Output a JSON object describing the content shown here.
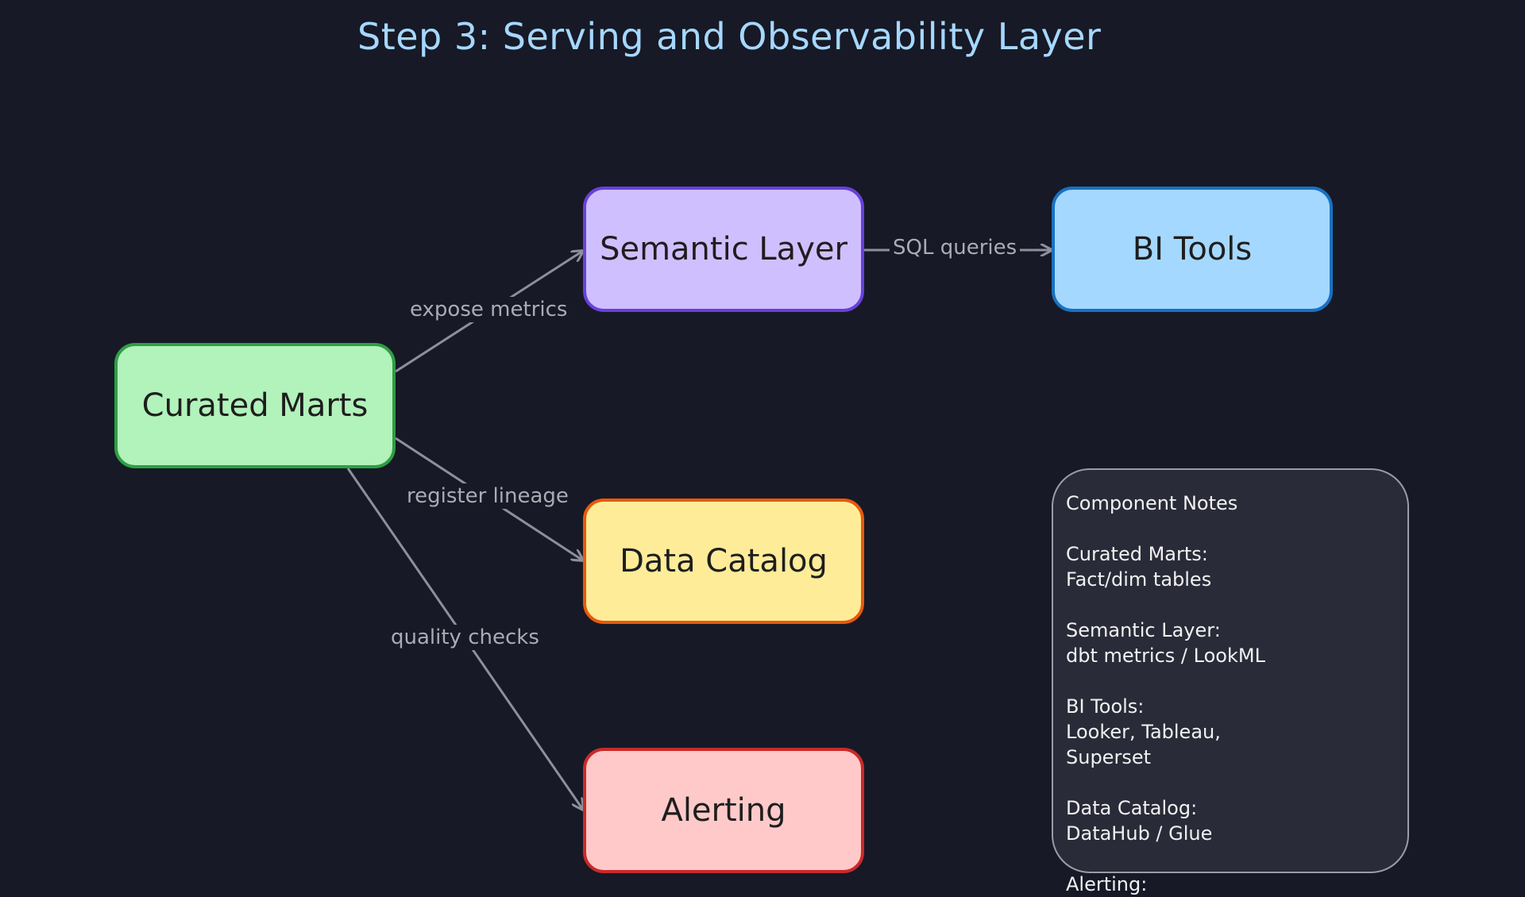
{
  "title": "Step 3: Serving and Observability Layer",
  "colors": {
    "background": "#171926",
    "title": "#a5d8ff",
    "edge": "#8d909a",
    "edge_label": "#a9acb4"
  },
  "nodes": {
    "curated_marts": {
      "label": "Curated Marts",
      "fill": "#b2f2bb",
      "stroke": "#2f9e44"
    },
    "semantic_layer": {
      "label": "Semantic Layer",
      "fill": "#d0bfff",
      "stroke": "#6741d9"
    },
    "bi_tools": {
      "label": "BI Tools",
      "fill": "#a5d8ff",
      "stroke": "#1971c2"
    },
    "data_catalog": {
      "label": "Data Catalog",
      "fill": "#ffec99",
      "stroke": "#e8590c"
    },
    "alerting": {
      "label": "Alerting",
      "fill": "#ffc9c9",
      "stroke": "#c92a2a"
    }
  },
  "edges": {
    "expose_metrics": {
      "label": "expose metrics",
      "from": "Curated Marts",
      "to": "Semantic Layer"
    },
    "sql_queries": {
      "label": "SQL queries",
      "from": "Semantic Layer",
      "to": "BI Tools"
    },
    "register_lineage": {
      "label": "register lineage",
      "from": "Curated Marts",
      "to": "Data Catalog"
    },
    "quality_checks": {
      "label": "quality checks",
      "from": "Curated Marts",
      "to": "Alerting"
    }
  },
  "notes": {
    "text": "Component Notes\n\nCurated Marts:\nFact/dim tables\n\nSemantic Layer:\ndbt metrics / LookML\n\nBI Tools:\nLooker, Tableau,\nSuperset\n\nData Catalog:\nDataHub / Glue\n\nAlerting:"
  }
}
